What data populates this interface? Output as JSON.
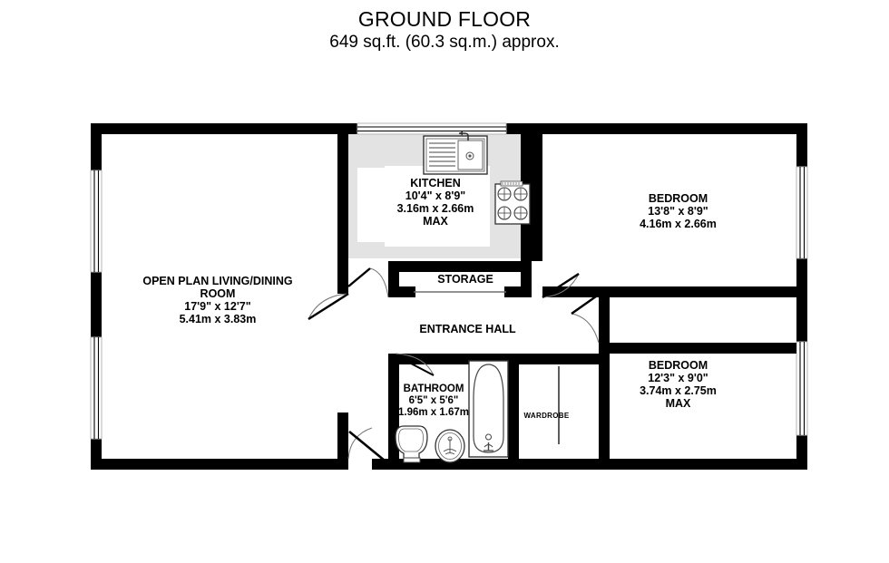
{
  "title": {
    "line1": "GROUND FLOOR",
    "line2": "649 sq.ft. (60.3 sq.m.) approx."
  },
  "colors": {
    "wall": "#000000",
    "background": "#ffffff",
    "counter_fill": "#e3e3e3",
    "window_frame": "#000000",
    "fixture_stroke": "#1a1a1a"
  },
  "rooms": {
    "living": {
      "name": "OPEN PLAN LIVING/DINING",
      "name2": "ROOM",
      "dim_imperial": "17'9\"  x 12'7\"",
      "dim_metric": "5.41m  x 3.83m"
    },
    "kitchen": {
      "name": "KITCHEN",
      "dim_imperial": "10'4\"  x 8'9\"",
      "dim_metric": "3.16m x 2.66m",
      "note": "MAX"
    },
    "storage": {
      "name": "STORAGE"
    },
    "hall": {
      "name": "ENTRANCE HALL"
    },
    "bedroom1": {
      "name": "BEDROOM",
      "dim_imperial": "13'8\"  x 8'9\"",
      "dim_metric": "4.16m  x 2.66m"
    },
    "bedroom2": {
      "name": "BEDROOM",
      "dim_imperial": "12'3\"  x 9'0\"",
      "dim_metric": "3.74m  x 2.75m",
      "note": "MAX"
    },
    "bathroom": {
      "name": "BATHROOM",
      "dim_imperial": "6'5\"  x 5'6\"",
      "dim_metric": "1.96m  x 1.67m"
    },
    "wardrobe": {
      "name": "WARDROBE"
    }
  },
  "fixtures": [
    {
      "name": "sink-fixture",
      "room": "kitchen"
    },
    {
      "name": "hob-fixture",
      "room": "kitchen"
    },
    {
      "name": "toilet-fixture",
      "room": "bathroom"
    },
    {
      "name": "basin-fixture",
      "room": "bathroom"
    },
    {
      "name": "bath-fixture",
      "room": "bathroom"
    }
  ],
  "openings": [
    {
      "name": "window-living-upper",
      "wall": "west"
    },
    {
      "name": "window-living-lower",
      "wall": "west"
    },
    {
      "name": "window-kitchen",
      "wall": "north"
    },
    {
      "name": "window-bedroom1",
      "wall": "east"
    },
    {
      "name": "window-bedroom2",
      "wall": "east"
    },
    {
      "name": "window-living-south",
      "wall": "south"
    },
    {
      "name": "door-entrance",
      "wall": "south"
    },
    {
      "name": "door-living",
      "wall": "hall"
    },
    {
      "name": "door-kitchen",
      "wall": "hall"
    },
    {
      "name": "door-bedroom1",
      "wall": "hall"
    },
    {
      "name": "door-bedroom2",
      "wall": "hall"
    },
    {
      "name": "door-bathroom",
      "wall": "hall"
    },
    {
      "name": "door-storage",
      "wall": "hall"
    }
  ]
}
